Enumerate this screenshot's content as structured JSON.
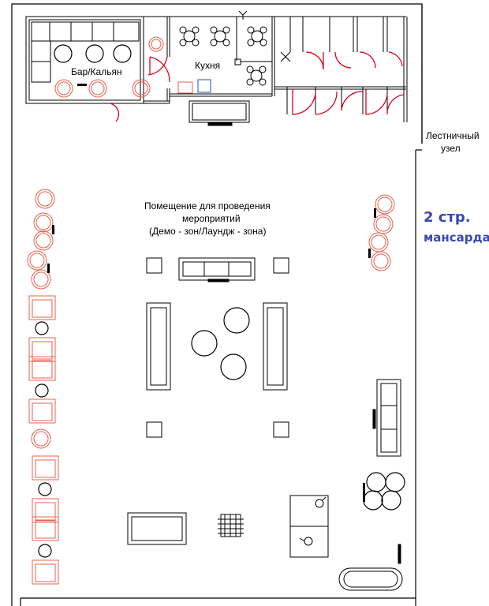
{
  "rooms": {
    "bar": "Бар/Кальян",
    "kitchen": "Кухня",
    "stair": [
      "Лестничный",
      "узел"
    ],
    "event_hall": [
      "Помещение для проведения",
      "мероприятий",
      "(Демо - зон/Лаундж - зона)"
    ]
  },
  "floor_note": {
    "line1": "2 стр.",
    "line2": "мансарда"
  },
  "colors": {
    "wall": "#000000",
    "door": "#e0001b",
    "furniture_red": "#e8604c",
    "accent_text": "#3b46b5",
    "furniture_blue": "#3c6fd6"
  }
}
